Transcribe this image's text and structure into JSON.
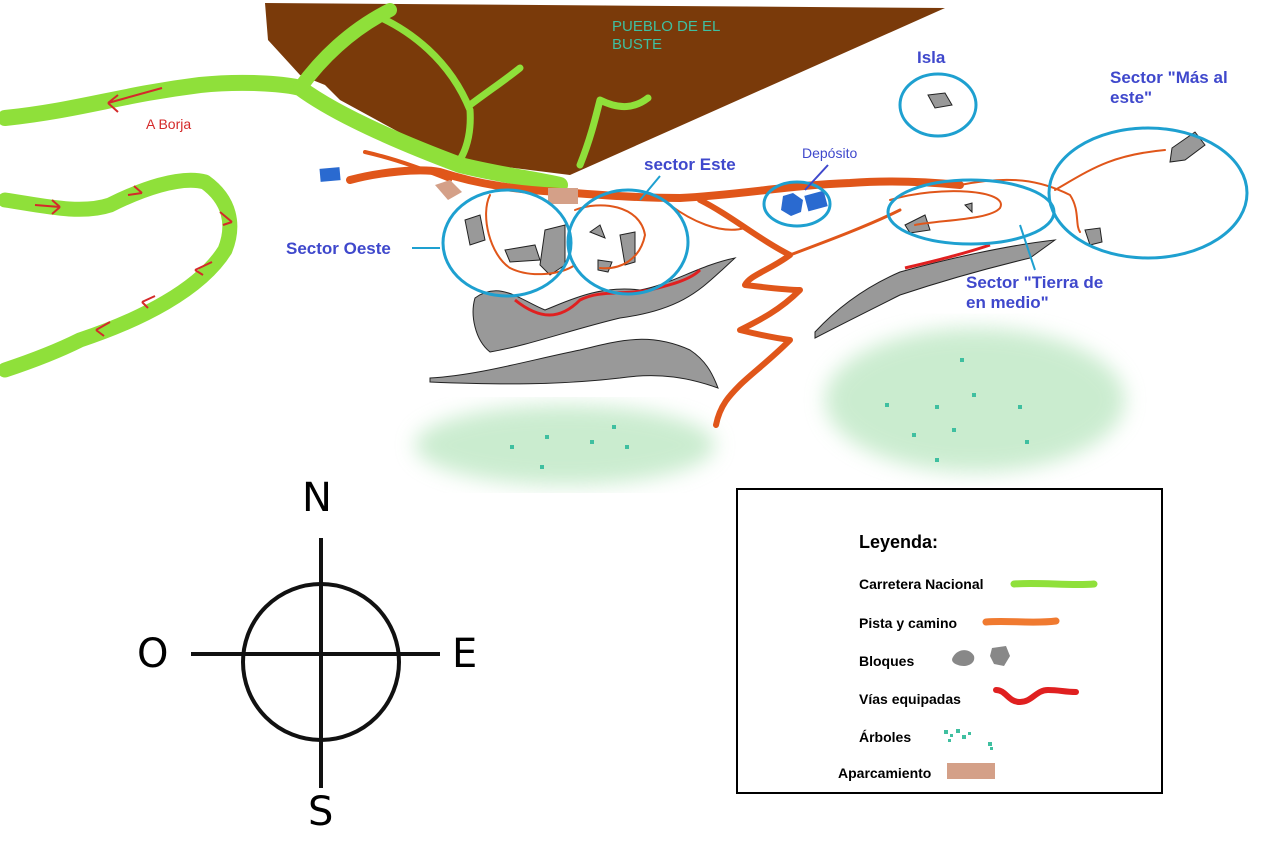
{
  "map": {
    "town_label": "PUEBLO DE EL BUSTE",
    "town_label_line1": "PUEBLO DE EL",
    "town_label_line2": "BUSTE",
    "road_direction_label": "A Borja",
    "depot_label": "Depósito",
    "sectors": [
      {
        "id": "oeste",
        "label": "Sector Oeste"
      },
      {
        "id": "este",
        "label": "sector Este"
      },
      {
        "id": "isla",
        "label": "Isla"
      },
      {
        "id": "mas_al_este",
        "label": "Sector \"Más al este\"",
        "line1": "Sector \"Más al",
        "line2": "este\""
      },
      {
        "id": "tierra_de_en_medio",
        "label": "Sector \"Tierra de en medio\"",
        "line1": "Sector \"Tierra de",
        "line2": "en medio\""
      }
    ]
  },
  "compass": {
    "north": "N",
    "south": "S",
    "east": "E",
    "west": "O"
  },
  "legend": {
    "title": "Leyenda:",
    "items": [
      {
        "label": "Carretera Nacional",
        "symbol": "green-line"
      },
      {
        "label": "Pista y camino",
        "symbol": "orange-line"
      },
      {
        "label": "Bloques",
        "symbol": "gray-blocks"
      },
      {
        "label": "Vías equipadas",
        "symbol": "red-line"
      },
      {
        "label": "Árboles",
        "symbol": "trees"
      },
      {
        "label": "Aparcamiento",
        "symbol": "parking"
      }
    ]
  },
  "colors": {
    "road": "#8fe03a",
    "track": "#e0561a",
    "legend_track": "#f07a30",
    "climbing_routes": "#e02020",
    "blocks": "#999999",
    "town": "#7a3a0a",
    "sector_circle": "#1ea0d0",
    "parking": "#d4a088",
    "depot": "#2a6ad0",
    "trees": "#a8e0b0"
  }
}
